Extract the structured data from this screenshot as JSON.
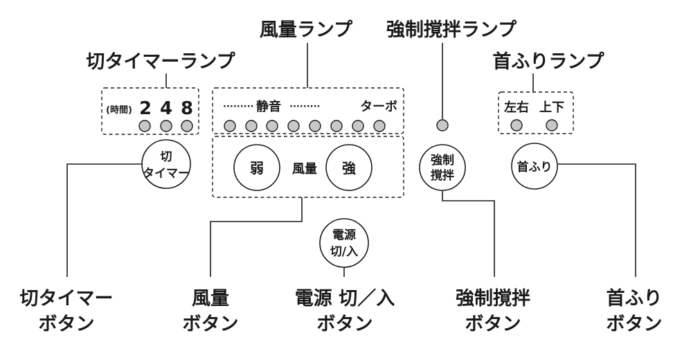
{
  "labels": {
    "wind_lamp": "風量ランプ",
    "forced_lamp": "強制撹拌ランプ",
    "off_timer_lamp": "切タイマーランプ",
    "swing_lamp": "首ふりランプ"
  },
  "timer_panel": {
    "hours_label": "(時間)",
    "numbers": [
      "2",
      "4",
      "8"
    ]
  },
  "wind_panel": {
    "dots_left": "·········",
    "quiet": "静音",
    "dots_right": "·········",
    "turbo": "ターボ",
    "weak": "弱",
    "wind": "風量",
    "strong": "強"
  },
  "swing_panel": {
    "lr": "左右",
    "ud": "上下"
  },
  "buttons": {
    "off_timer_line1": "切",
    "off_timer_line2": "タイマー",
    "forced_line1": "強制",
    "forced_line2": "撹拌",
    "swing": "首ふり",
    "power_line1": "電源",
    "power_line2": "切/入"
  },
  "bottom": {
    "off_timer_btn_1": "切タイマー",
    "off_timer_btn_2": "ボタン",
    "wind_btn_1": "風量",
    "wind_btn_2": "ボタン",
    "power_btn_1": "電源 切／入",
    "power_btn_2": "ボタン",
    "forced_btn_1": "強制撹拌",
    "forced_btn_2": "ボタン",
    "swing_btn_1": "首ふり",
    "swing_btn_2": "ボタン"
  }
}
